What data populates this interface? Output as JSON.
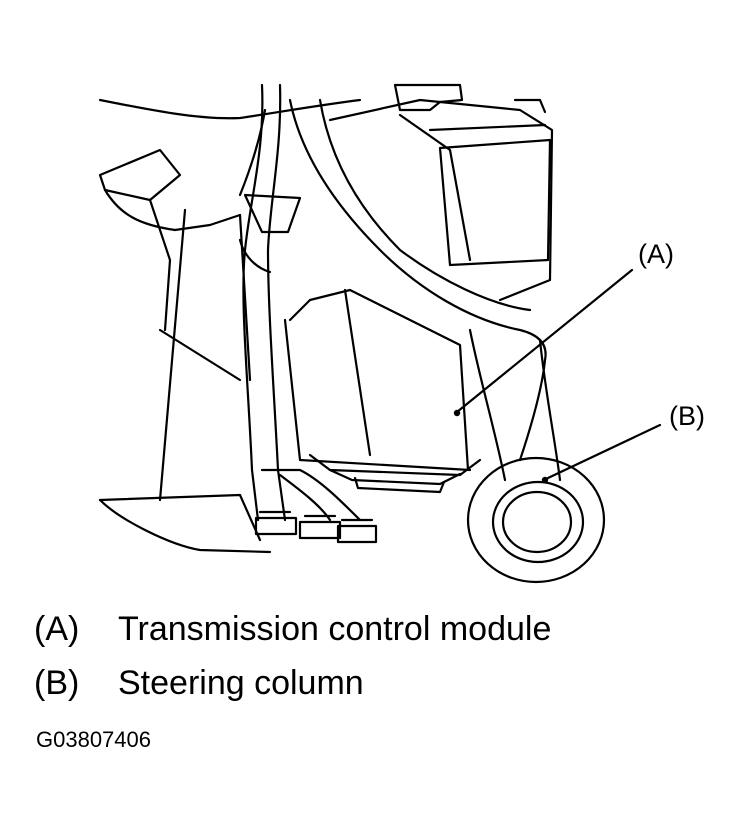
{
  "callouts": {
    "a": "(A)",
    "b": "(B)"
  },
  "legend": [
    {
      "key": "(A)",
      "label": "Transmission control module"
    },
    {
      "key": "(B)",
      "label": "Steering column"
    }
  ],
  "figure_code": "G03807406",
  "colors": {
    "line": "#000000",
    "background": "#ffffff"
  }
}
